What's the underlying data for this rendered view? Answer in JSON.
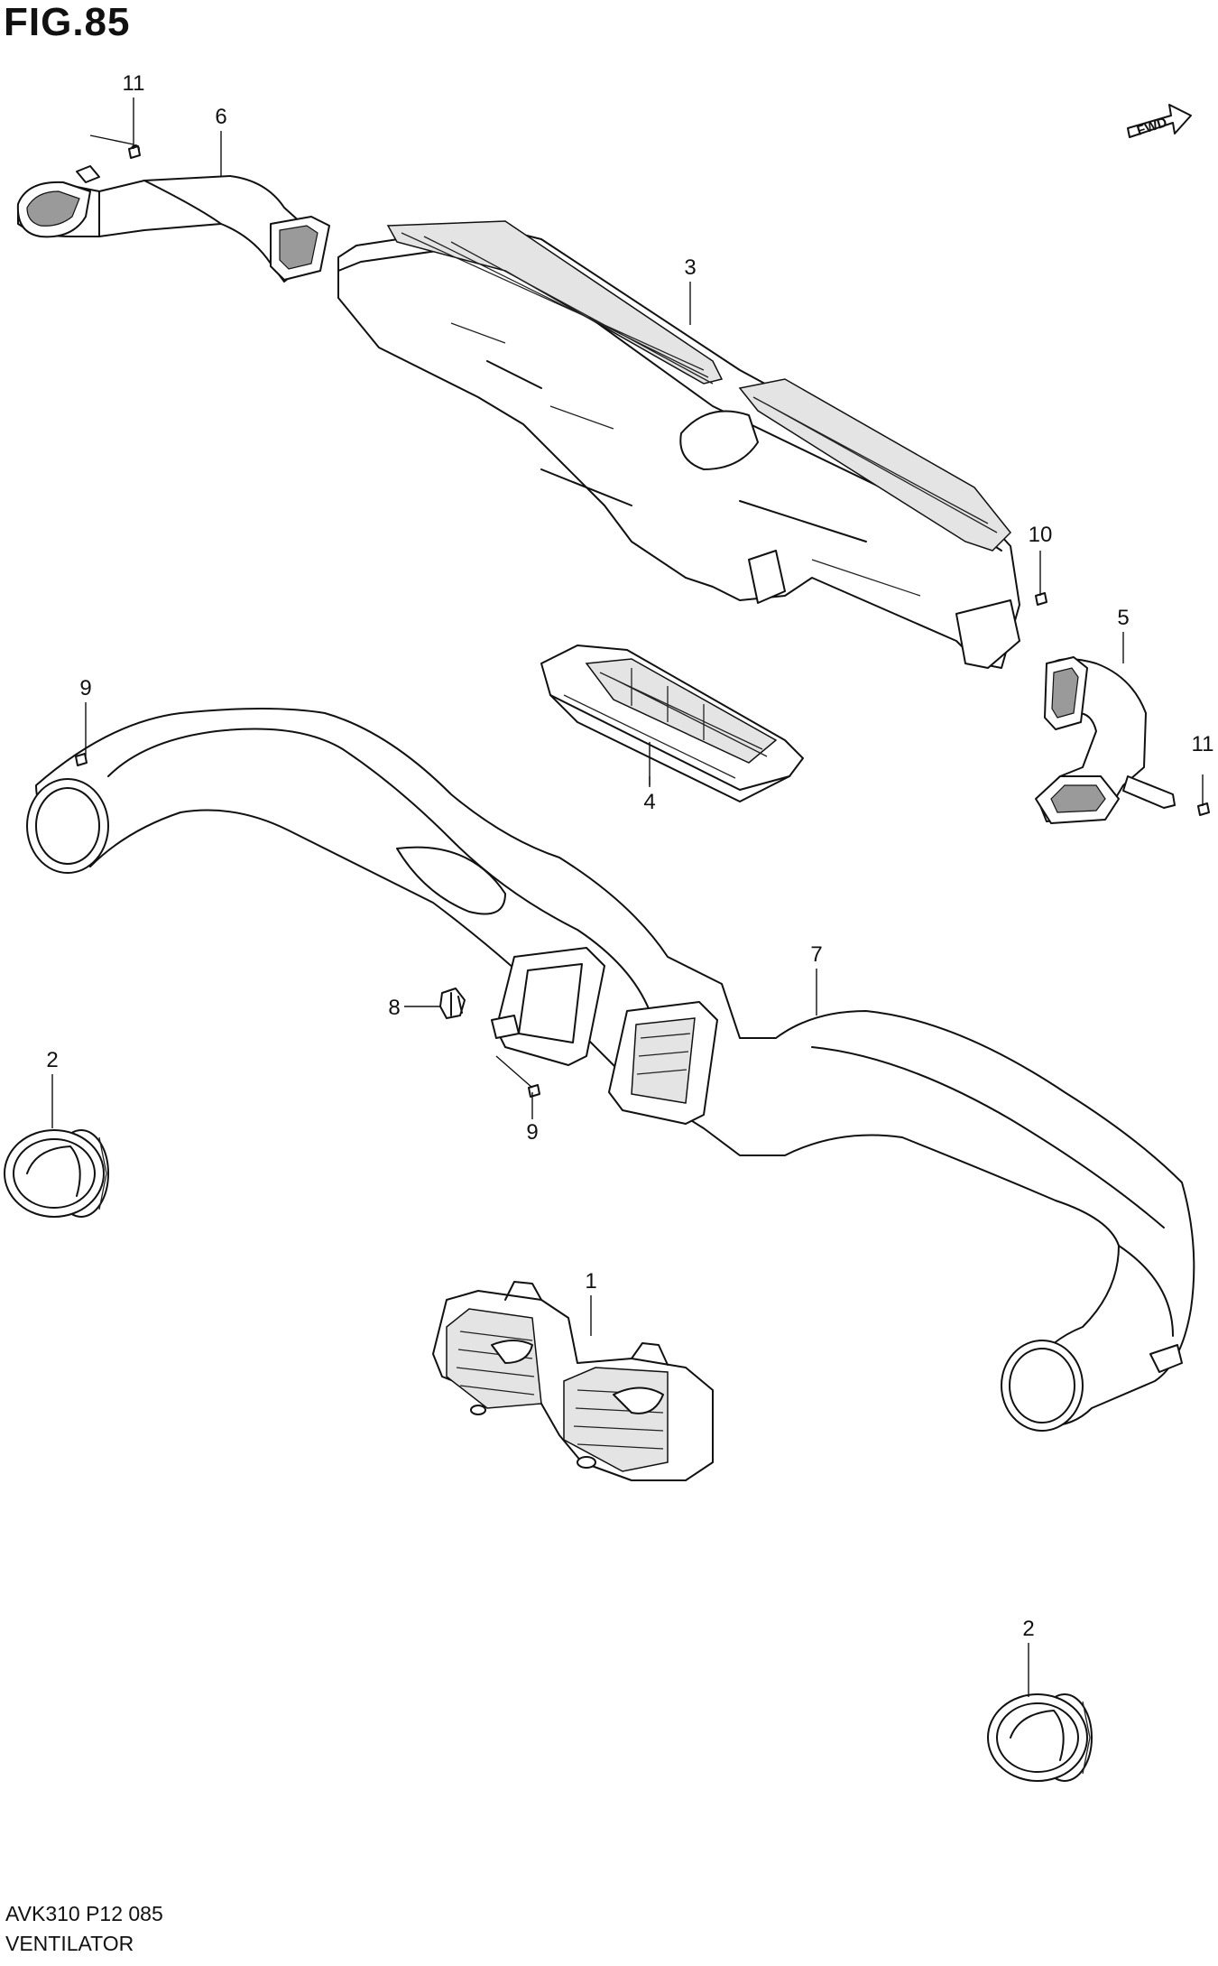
{
  "figure": {
    "title": "FIG.85",
    "code": "AVK310 P12 085",
    "name": "VENTILATOR",
    "direction_label": "FWD"
  },
  "callouts": [
    {
      "id": "c1",
      "label": "1",
      "part": "center-vent-outlet"
    },
    {
      "id": "c2a",
      "label": "2",
      "part": "side-vent-outlet-left"
    },
    {
      "id": "c2b",
      "label": "2",
      "part": "side-vent-outlet-right"
    },
    {
      "id": "c3",
      "label": "3",
      "part": "defroster-nozzle"
    },
    {
      "id": "c4",
      "label": "4",
      "part": "center-defroster-grille"
    },
    {
      "id": "c5",
      "label": "5",
      "part": "side-defroster-duct-right"
    },
    {
      "id": "c6",
      "label": "6",
      "part": "side-defroster-duct-left"
    },
    {
      "id": "c7",
      "label": "7",
      "part": "ventilator-duct"
    },
    {
      "id": "c8",
      "label": "8",
      "part": "clip"
    },
    {
      "id": "c9a",
      "label": "9",
      "part": "screw-upper"
    },
    {
      "id": "c9b",
      "label": "9",
      "part": "screw-lower"
    },
    {
      "id": "c10",
      "label": "10",
      "part": "screw"
    },
    {
      "id": "c11a",
      "label": "11",
      "part": "screw-left"
    },
    {
      "id": "c11b",
      "label": "11",
      "part": "screw-right"
    }
  ]
}
